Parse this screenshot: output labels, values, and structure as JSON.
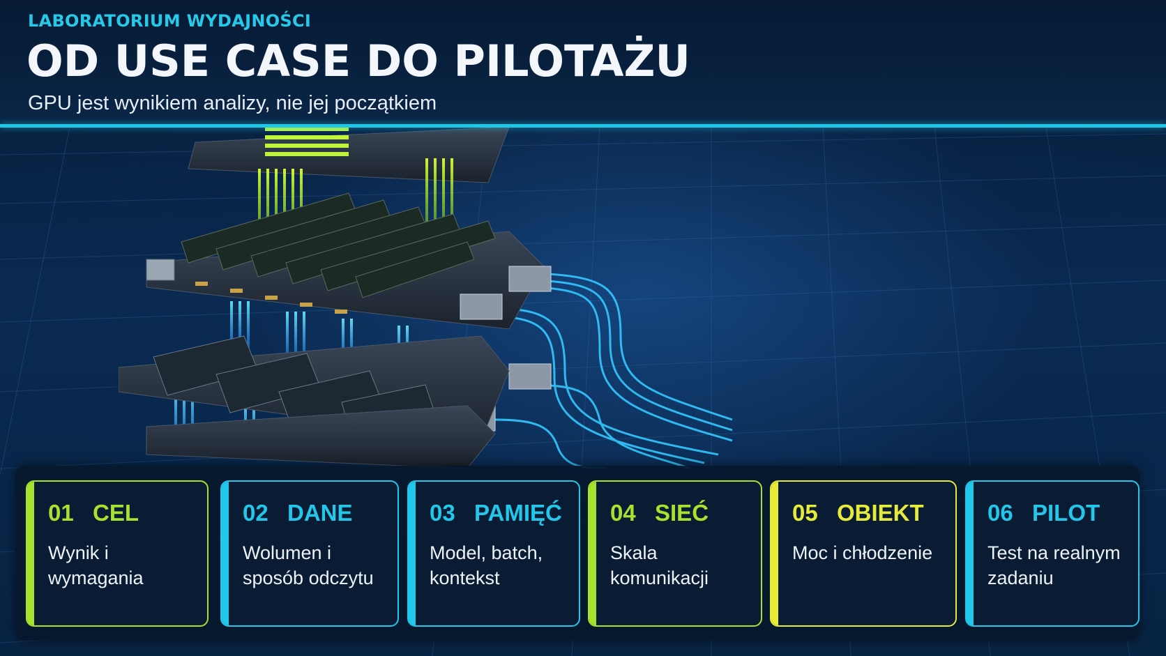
{
  "header": {
    "eyebrow": "LABORATORIUM WYDAJNOŚCI",
    "title": "OD USE CASE DO PILOTAŻU",
    "subtitle": "GPU jest wynikiem analizy, nie jej początkiem"
  },
  "colors": {
    "accent_cyan": "#1fc6e6",
    "accent_lime": "#a6e22e",
    "accent_yellow": "#e6ea3a",
    "background": "#08203c"
  },
  "illustration": {
    "icon": "server-hardware-stack-icon"
  },
  "steps": [
    {
      "number": "01",
      "name": "CEL",
      "description": "Wynik i wymagania",
      "accent": "#a6e22e"
    },
    {
      "number": "02",
      "name": "DANE",
      "description": "Wolumen i sposób odczytu",
      "accent": "#22c7ea"
    },
    {
      "number": "03",
      "name": "PAMIĘĆ",
      "description": "Model, batch, kontekst",
      "accent": "#22c7ea"
    },
    {
      "number": "04",
      "name": "SIEĆ",
      "description": "Skala komunikacji",
      "accent": "#a6e22e"
    },
    {
      "number": "05",
      "name": "OBIEKT",
      "description": "Moc i chłodzenie",
      "accent": "#e6ea3a"
    },
    {
      "number": "06",
      "name": "PILOT",
      "description": "Test na realnym zadaniu",
      "accent": "#22c7ea"
    }
  ]
}
